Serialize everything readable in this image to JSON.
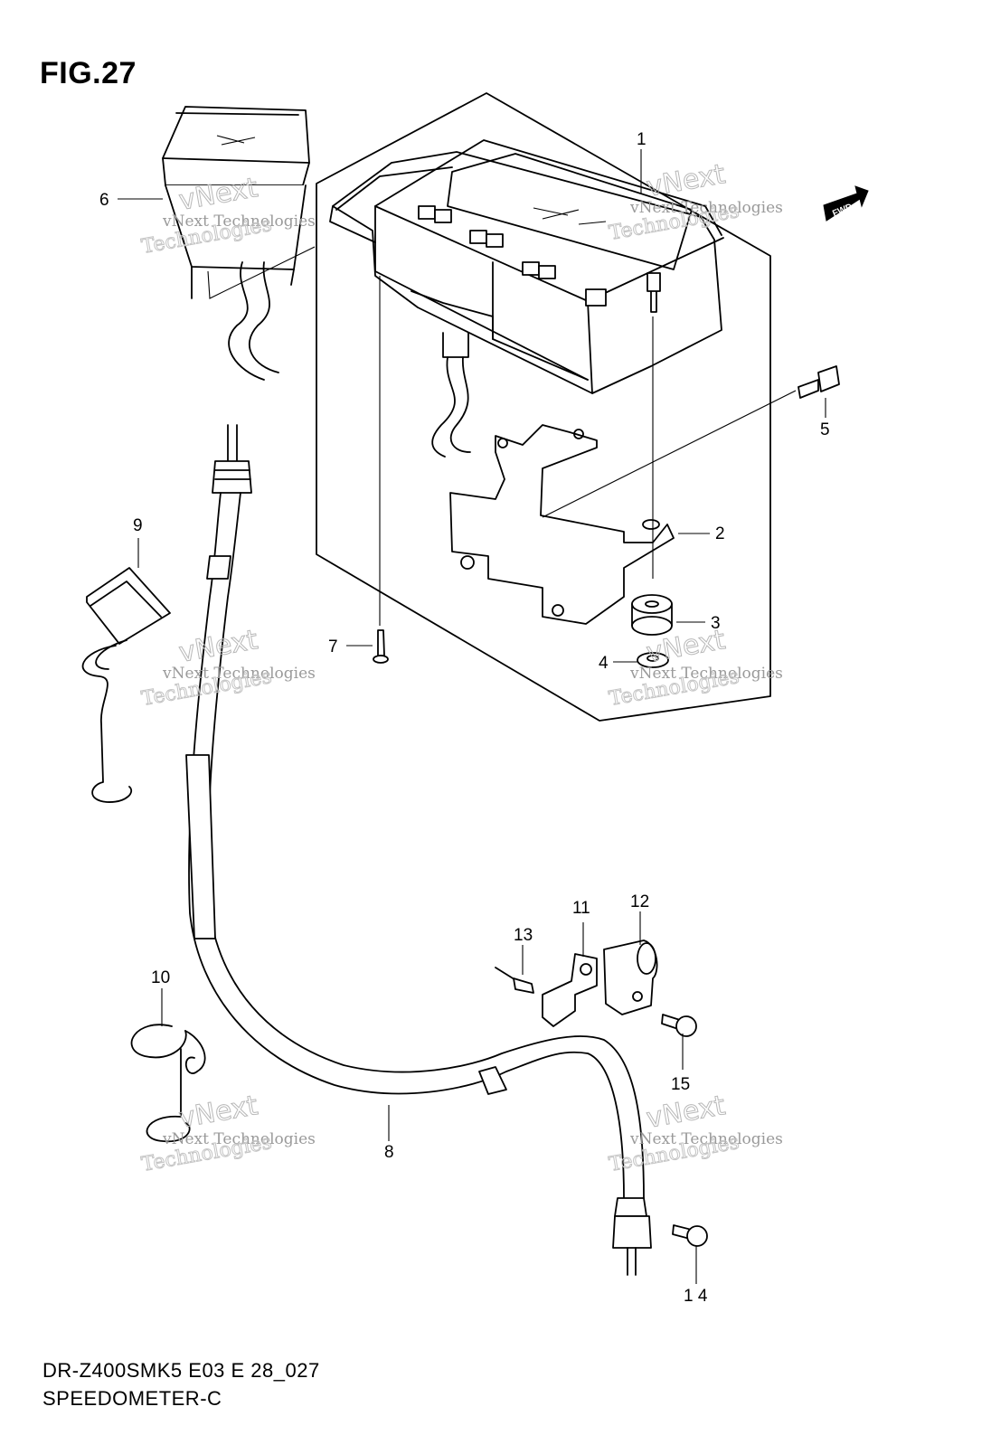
{
  "figure": {
    "title": "FIG.27",
    "code": "DR-Z400SMK5 E03 E 28_027",
    "name": "SPEEDOMETER-C",
    "direction_tag": "FWD"
  },
  "callouts": [
    {
      "id": "1",
      "label": "1"
    },
    {
      "id": "2",
      "label": "2"
    },
    {
      "id": "3",
      "label": "3"
    },
    {
      "id": "4",
      "label": "4"
    },
    {
      "id": "5",
      "label": "5"
    },
    {
      "id": "6",
      "label": "6"
    },
    {
      "id": "7",
      "label": "7"
    },
    {
      "id": "8",
      "label": "8"
    },
    {
      "id": "9",
      "label": "9"
    },
    {
      "id": "10",
      "label": "10"
    },
    {
      "id": "11",
      "label": "11"
    },
    {
      "id": "12",
      "label": "12"
    },
    {
      "id": "13",
      "label": "13"
    },
    {
      "id": "14",
      "label": "1 4"
    },
    {
      "id": "15",
      "label": "15"
    }
  ],
  "watermark": {
    "line1": "vNext Technologies",
    "line2": "vNext",
    "line3": "Technologies"
  }
}
